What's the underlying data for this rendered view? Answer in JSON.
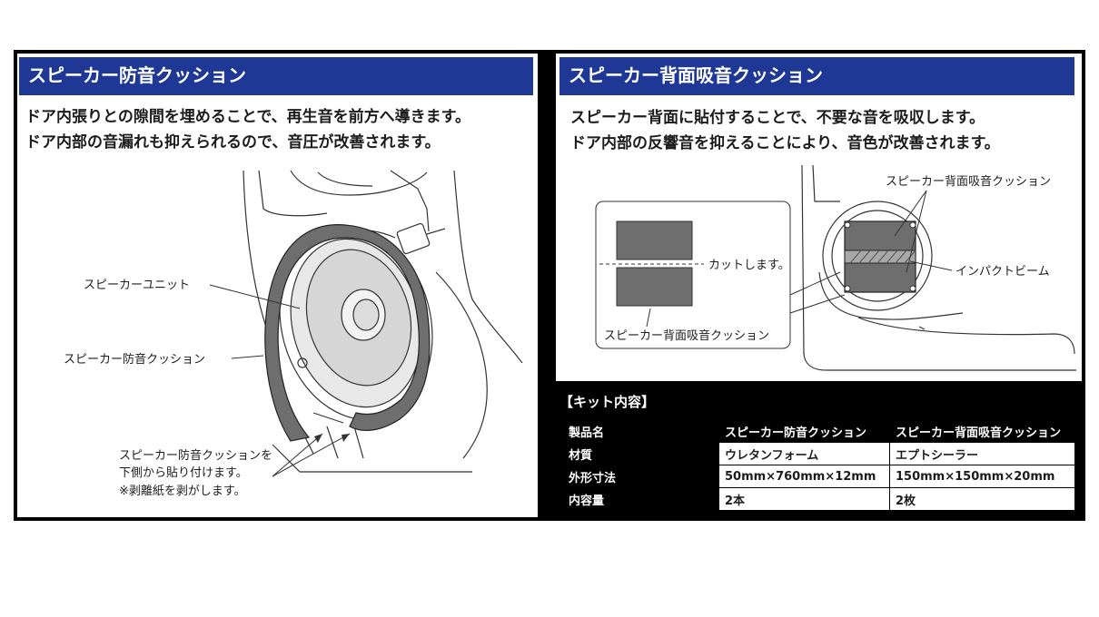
{
  "left": {
    "title": "スピーカー防音クッション",
    "desc_line1": "ドア内張りとの隙間を埋めることで、再生音を前方へ導きます。",
    "desc_line2": "ドア内部の音漏れも抑えられるので、音圧が改善されます。",
    "labels": {
      "speaker_unit": "スピーカーユニット",
      "cushion": "スピーカー防音クッション",
      "note_line1": "スピーカー防音クッションを",
      "note_line2": "下側から貼り付けます。",
      "note_line3": "※剥離紙を剥がします。"
    }
  },
  "right": {
    "title": "スピーカー背面吸音クッション",
    "desc_line1": "スピーカー背面に貼付することで、不要な音を吸収します。",
    "desc_line2": "ドア内部の反響音を抑えることにより、音色が改善されます。",
    "labels": {
      "cut": "カットします。",
      "rear_cushion_inset": "スピーカー背面吸音クッション",
      "rear_cushion_door": "スピーカー背面吸音クッション",
      "impact_beam": "インパクトビーム"
    }
  },
  "kit": {
    "title": "【キット内容】",
    "header": [
      "製品名",
      "スピーカー防音クッション",
      "スピーカー背面吸音クッション"
    ],
    "rows": [
      [
        "材質",
        "ウレタンフォーム",
        "エプトシーラー"
      ],
      [
        "外形寸法",
        "50mm×760mm×12mm",
        "150mm×150mm×20mm"
      ],
      [
        "内容量",
        "2本",
        "2枚"
      ]
    ]
  },
  "colors": {
    "header_bg": "#1f3795",
    "frame": "#000000",
    "foam": "#6e6e6e"
  }
}
